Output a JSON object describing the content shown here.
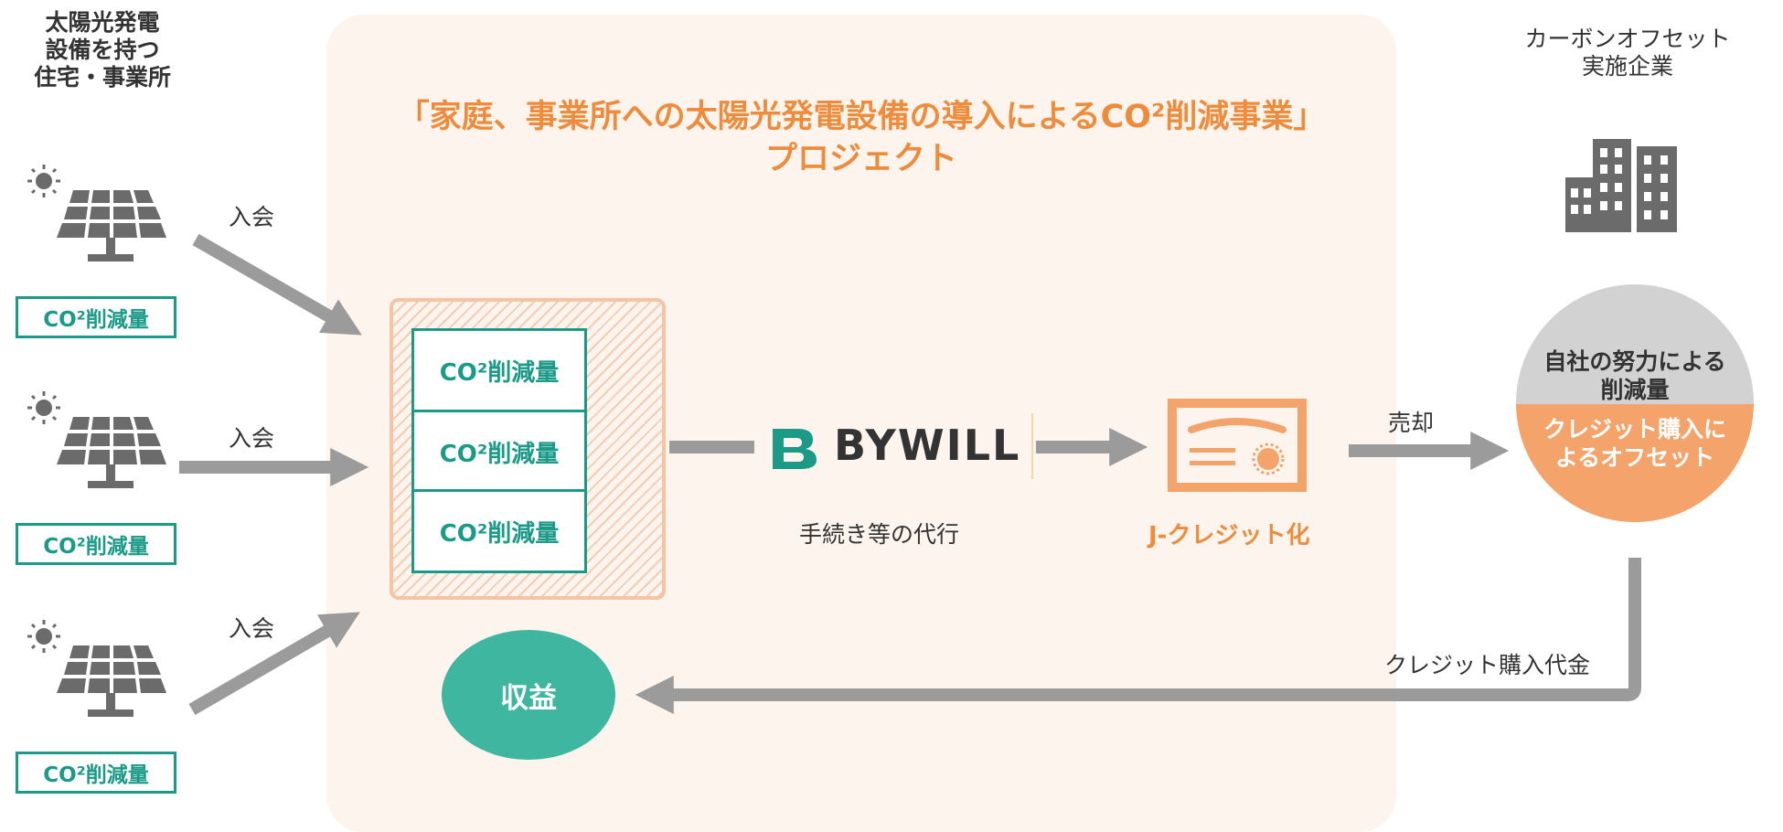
{
  "left_heading": [
    "太陽光発電",
    "設備を持つ",
    "住宅・事業所"
  ],
  "right_heading": [
    "カーボンオフセット",
    "実施企業"
  ],
  "project_title": [
    "「家庭、事業所への太陽光発電設備の導入によるCO²削減事業」",
    "プロジェクト"
  ],
  "houses": [
    {
      "badge": "CO²削減量",
      "join_label": "入会"
    },
    {
      "badge": "CO²削減量",
      "join_label": "入会"
    },
    {
      "badge": "CO²削減量",
      "join_label": "入会"
    }
  ],
  "stack": [
    "CO²削減量",
    "CO²削減量",
    "CO²削減量"
  ],
  "bywill": {
    "name": "BYWILL",
    "caption": "手続き等の代行"
  },
  "jcredit": {
    "label": "J-クレジット化"
  },
  "sale_label": "売却",
  "offset_circle": {
    "top": [
      "自社の努力による",
      "削減量"
    ],
    "bottom": [
      "クレジット購入に",
      "よるオフセット"
    ]
  },
  "payment_label": "クレジット購入代金",
  "revenue_label": "収益",
  "colors": {
    "orange": "#ef8c3c",
    "teal": "#1b9a88",
    "gray_arrow": "#9b9b9b",
    "panel": "#fdf4ee"
  }
}
